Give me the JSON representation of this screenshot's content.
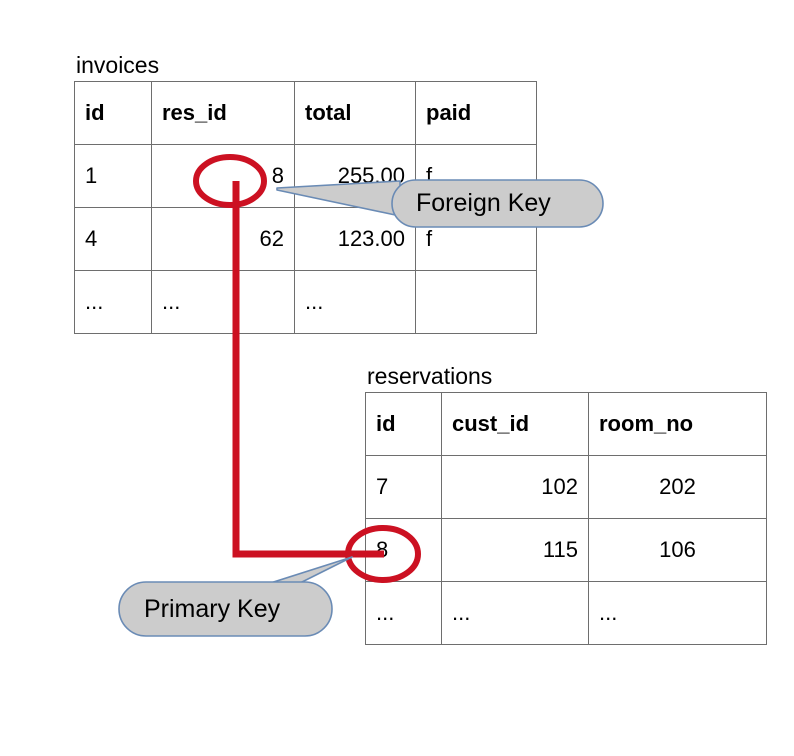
{
  "diagram": {
    "title_fk": "Foreign Key",
    "title_pk": "Primary Key",
    "colors": {
      "highlight": "#cc1122",
      "callout_fill": "#cccccc",
      "callout_stroke": "#6a8bb5",
      "table_border": "#6e6e6e",
      "background": "#ffffff",
      "text": "#000000"
    }
  },
  "tables": {
    "invoices": {
      "title": "invoices",
      "columns": [
        "id",
        "res_id",
        "total",
        "paid"
      ],
      "align": [
        "left",
        "right",
        "right",
        "left"
      ],
      "rows": [
        [
          "1",
          "8",
          "255.00",
          "f"
        ],
        [
          "4",
          "62",
          "123.00",
          "f"
        ],
        [
          "...",
          "...",
          "...",
          ""
        ]
      ]
    },
    "reservations": {
      "title": "reservations",
      "columns": [
        "id",
        "cust_id",
        "room_no"
      ],
      "align": [
        "left",
        "right",
        "center"
      ],
      "rows": [
        [
          "7",
          "102",
          "202"
        ],
        [
          "8",
          "115",
          "106"
        ],
        [
          "...",
          "...",
          "..."
        ]
      ]
    }
  },
  "annotations": {
    "foreign_key": {
      "label": "Foreign Key",
      "targets_table": "invoices",
      "targets_column": "res_id",
      "targets_value": "8"
    },
    "primary_key": {
      "label": "Primary Key",
      "targets_table": "reservations",
      "targets_column": "id",
      "targets_value": "8"
    },
    "relationship": {
      "from": "invoices.res_id = 8",
      "to": "reservations.id = 8"
    }
  }
}
